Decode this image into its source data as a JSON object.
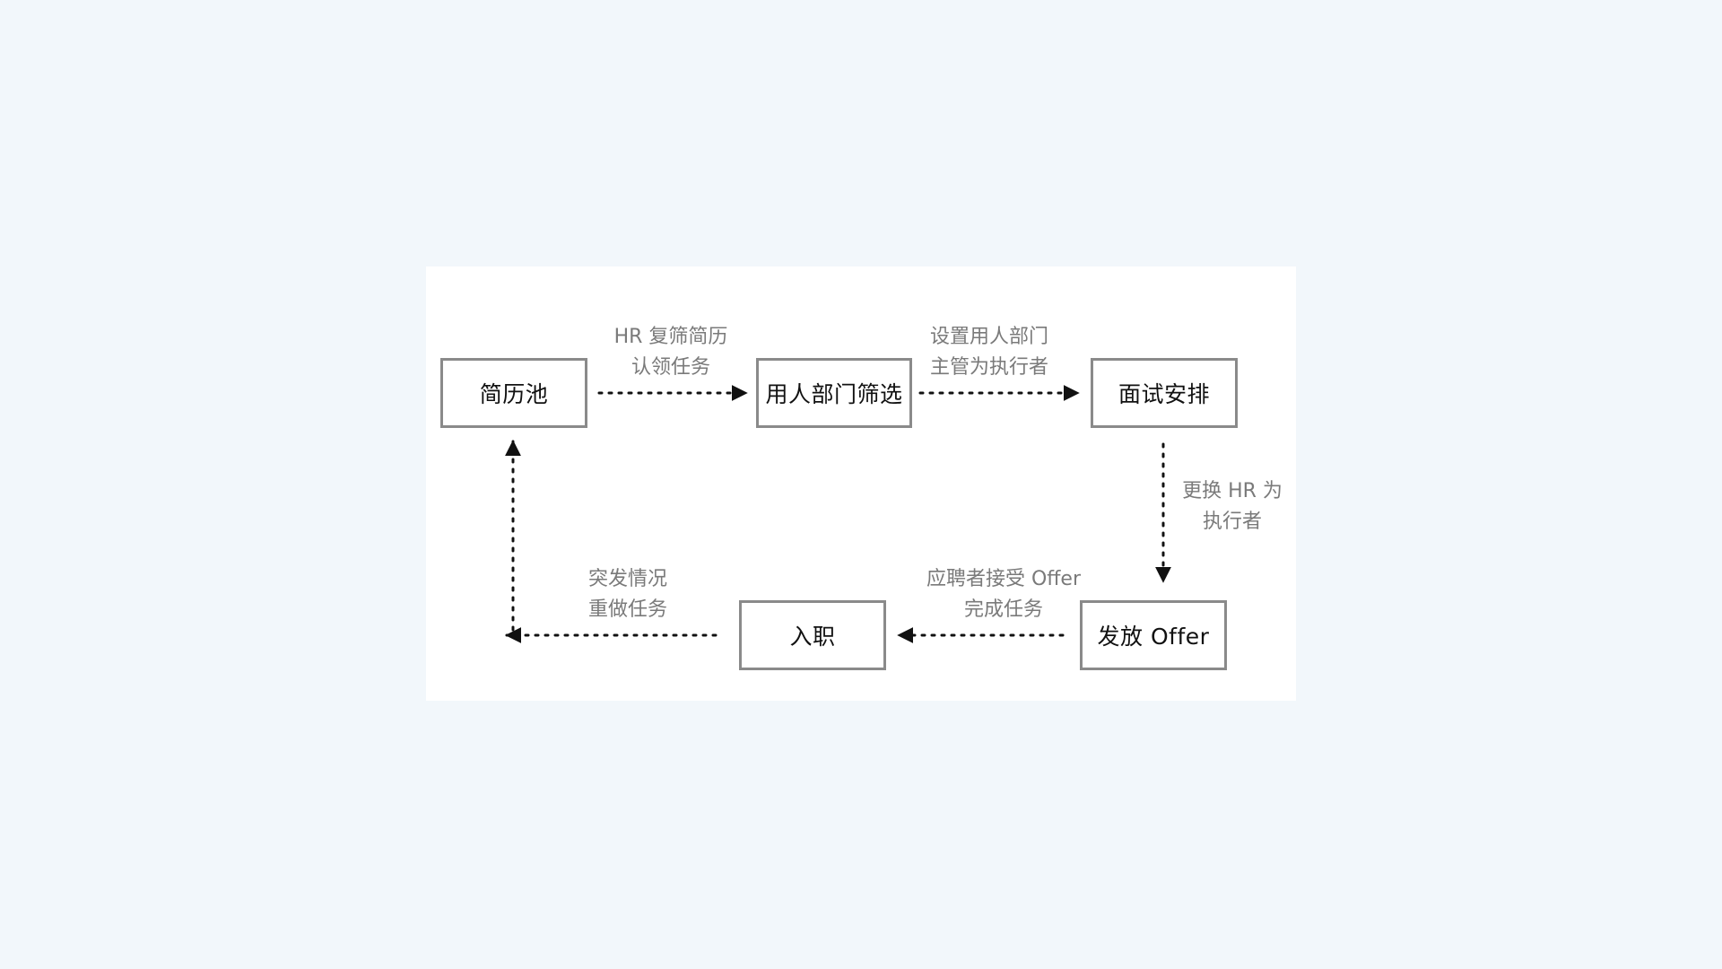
{
  "colors": {
    "background": "#f2f7fb",
    "panel": "#ffffff",
    "node_border": "#8a8a8a",
    "node_text": "#111111",
    "label_text": "#7a7a7a",
    "arrow": "#111111"
  },
  "nodes": {
    "resume_pool": "简历池",
    "dept_screening": "用人部门筛选",
    "interview": "面试安排",
    "offer": "发放 Offer",
    "onboarding": "入职"
  },
  "edges": {
    "hr_review": {
      "line1": "HR 复筛简历",
      "line2": "认领任务"
    },
    "set_manager": {
      "line1": "设置用人部门",
      "line2": "主管为执行者"
    },
    "switch_hr": {
      "line1": "更换 HR 为",
      "line2": "执行者"
    },
    "accept_offer": {
      "line1": "应聘者接受 Offer",
      "line2": "完成任务"
    },
    "redo_task": {
      "line1": "突发情况",
      "line2": "重做任务"
    }
  }
}
